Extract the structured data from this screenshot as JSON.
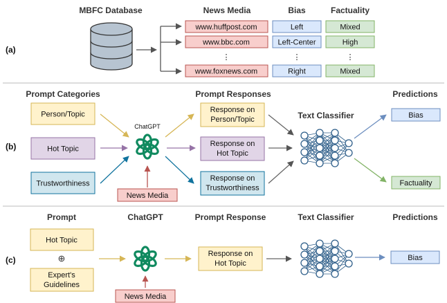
{
  "panel_a": {
    "tag": "(a)",
    "db_title": "MBFC Database",
    "headers": {
      "media": "News Media",
      "bias": "Bias",
      "fact": "Factuality"
    },
    "rows": [
      {
        "media": "www.huffpost.com",
        "bias": "Left",
        "fact": "Mixed"
      },
      {
        "media": "www.bbc.com",
        "bias": "Left-Center",
        "fact": "High"
      },
      {
        "media": "www.foxnews.com",
        "bias": "Right",
        "fact": "Mixed"
      }
    ],
    "ellipsis": "⋮"
  },
  "panel_b": {
    "tag": "(b)",
    "headers": {
      "categories": "Prompt Categories",
      "responses": "Prompt Responses",
      "classifier": "Text Classifier",
      "predictions": "Predictions"
    },
    "prompts": [
      "Person/Topic",
      "Hot Topic",
      "Trustworthiness"
    ],
    "responses": [
      {
        "line1": "Response on",
        "line2": "Person/Topic"
      },
      {
        "line1": "Response on",
        "line2": "Hot Topic"
      },
      {
        "line1": "Response on",
        "line2": "Trustworthiness"
      }
    ],
    "chatgpt": "ChatGPT",
    "news_media": "News Media",
    "outputs": [
      "Bias",
      "Factuality"
    ]
  },
  "panel_c": {
    "tag": "(c)",
    "headers": {
      "prompt": "Prompt",
      "chatgpt": "ChatGPT",
      "response": "Prompt Response",
      "classifier": "Text Classifier",
      "predictions": "Predictions"
    },
    "prompt_top": "Hot Topic",
    "plus": "⊕",
    "prompt_bottom_1": "Expert's",
    "prompt_bottom_2": "Guidelines",
    "response_1": "Response on",
    "response_2": "Hot Topic",
    "news_media": "News Media",
    "output": "Bias"
  },
  "colors": {
    "red_fill": "#f8cecc",
    "red_stroke": "#b85450",
    "blue_fill": "#dae8fc",
    "blue_stroke": "#6c8ebf",
    "green_fill": "#d5e8d4",
    "green_stroke": "#82b366",
    "yellow_fill": "#fff2cc",
    "yellow_stroke": "#d6b656",
    "purple_fill": "#e1d5e7",
    "purple_stroke": "#9673a6",
    "teal_fill": "#d0e6ee",
    "teal_stroke": "#10739e",
    "db_fill": "#b7c4d1",
    "nn_stroke": "#2f5f8a",
    "chatgpt_green": "#108a5f"
  }
}
